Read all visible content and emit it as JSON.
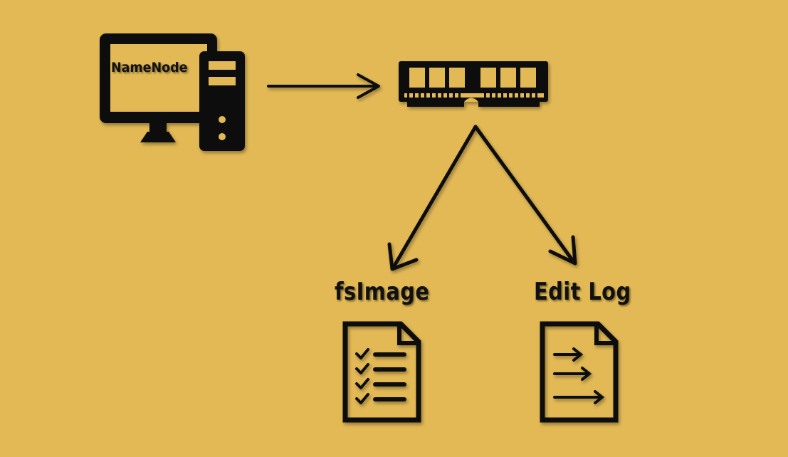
{
  "background_color": "#e2b955",
  "ink_color": "#111111",
  "nodes": {
    "namenode": {
      "label": "NameNode",
      "icon": "desktop-computer-icon"
    },
    "memory": {
      "icon": "ram-module-icon"
    },
    "fsimage": {
      "label": "fsImage",
      "icon": "checklist-document-icon"
    },
    "editlog": {
      "label": "Edit Log",
      "icon": "arrows-document-icon"
    }
  }
}
